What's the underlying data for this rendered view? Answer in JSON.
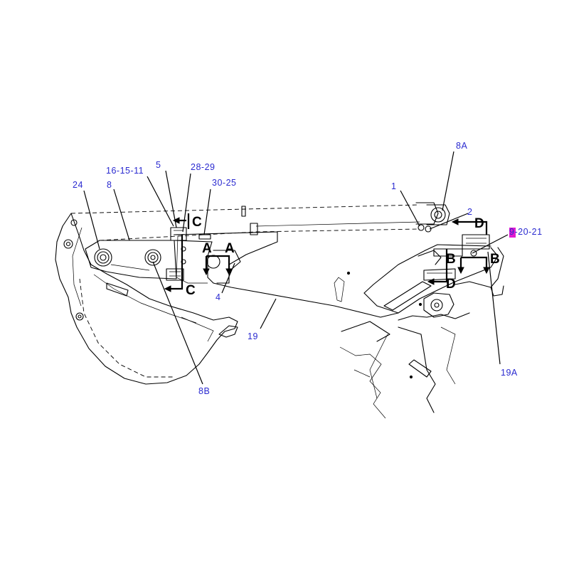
{
  "diagram": {
    "callouts": [
      {
        "id": "8A",
        "text": "8A"
      },
      {
        "id": "16-15-11",
        "text": "16-15-11"
      },
      {
        "id": "5",
        "text": "5"
      },
      {
        "id": "28-29",
        "text": "28-29"
      },
      {
        "id": "30-25",
        "text": "30-25"
      },
      {
        "id": "24",
        "text": "24"
      },
      {
        "id": "8",
        "text": "8"
      },
      {
        "id": "1",
        "text": "1"
      },
      {
        "id": "2",
        "text": "2"
      },
      {
        "id": "9-20-21",
        "text": "9-20-21"
      },
      {
        "id": "4",
        "text": "4"
      },
      {
        "id": "19",
        "text": "19"
      },
      {
        "id": "8B",
        "text": "8B"
      },
      {
        "id": "19A",
        "text": "19A"
      }
    ],
    "section_markers": [
      {
        "id": "C-top",
        "text": "C"
      },
      {
        "id": "C-bottom",
        "text": "C"
      },
      {
        "id": "A-left",
        "text": "A"
      },
      {
        "id": "A-right",
        "text": "A"
      },
      {
        "id": "D-top",
        "text": "D"
      },
      {
        "id": "D-bottom",
        "text": "D"
      },
      {
        "id": "B-left",
        "text": "B"
      },
      {
        "id": "B-right",
        "text": "B"
      }
    ],
    "colors": {
      "callout_text": "#2a2ad0",
      "line_art": "#000000",
      "highlight": "#e01ad0"
    }
  }
}
